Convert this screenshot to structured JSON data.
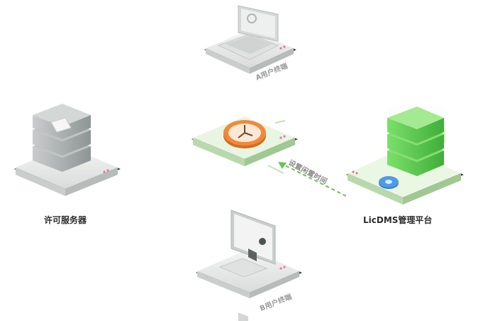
{
  "nodes": {
    "user_a": {
      "label": "A用户终端"
    },
    "user_b": {
      "label": "B用户终端"
    },
    "license_server": {
      "label": "许可服务器"
    },
    "platform": {
      "label": "LicDMS管理平台"
    },
    "clock_module": {
      "label": ""
    }
  },
  "edges": {
    "set_idle_time": {
      "label": "设置闲置时间"
    }
  },
  "colors": {
    "platform_green": "#5ccf4f",
    "clock_orange": "#f08a3a",
    "base_gray": "#e9ebea",
    "accent_pink": "#e07aa0"
  }
}
